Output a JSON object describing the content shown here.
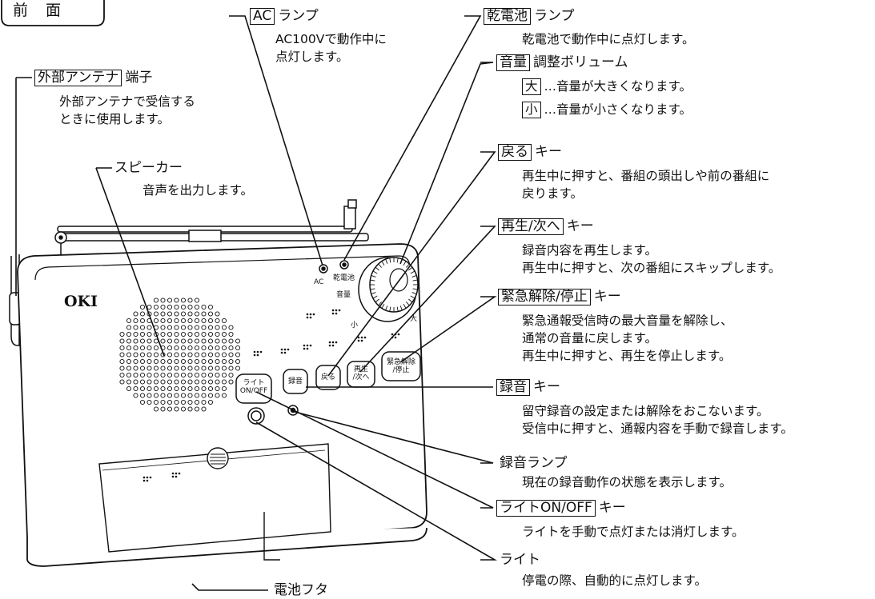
{
  "title": "前 面",
  "labels": {
    "ac": {
      "key": "AC",
      "suffix": "ランプ",
      "desc": [
        "AC100Vで動作中に",
        "点灯します。"
      ]
    },
    "battery": {
      "key": "乾電池",
      "suffix": "ランプ",
      "desc": [
        "乾電池で動作中に点灯します。"
      ]
    },
    "volume": {
      "key": "音量",
      "suffix": "調整ボリューム",
      "items": [
        {
          "key": "大",
          "text": "…音量が大きくなります。"
        },
        {
          "key": "小",
          "text": "…音量が小さくなります。"
        }
      ]
    },
    "antenna": {
      "key": "外部アンテナ",
      "suffix": "端子",
      "desc": [
        "外部アンテナで受信する",
        "ときに使用します。"
      ]
    },
    "speaker": {
      "name": "スピーカー",
      "desc": [
        "音声を出力します。"
      ]
    },
    "back": {
      "key": "戻る",
      "suffix": "キー",
      "desc": [
        "再生中に押すと、番組の頭出しや前の番組に",
        "戻ります。"
      ]
    },
    "play": {
      "key": "再生/次へ",
      "suffix": "キー",
      "desc": [
        "録音内容を再生します。",
        "再生中に押すと、次の番組にスキップします。"
      ]
    },
    "emergency": {
      "key": "緊急解除/停止",
      "suffix": "キー",
      "desc": [
        "緊急通報受信時の最大音量を解除し、",
        "通常の音量に戻します。",
        "再生中に押すと、再生を停止します。"
      ]
    },
    "record": {
      "key": "録音",
      "suffix": "キー",
      "desc": [
        "留守録音の設定または解除をおこないます。",
        "受信中に押すと、通報内容を手動で録音します。"
      ]
    },
    "rec_lamp": {
      "name": "録音ランプ",
      "desc": [
        "現在の録音動作の状態を表示します。"
      ]
    },
    "light_key": {
      "key": "ライトON/OFF",
      "suffix": "キー",
      "desc": [
        "ライトを手動で点灯または消灯します。"
      ]
    },
    "light": {
      "name": "ライト",
      "desc": [
        "停電の際、自動的に点灯します。"
      ]
    },
    "cover": {
      "name": "電池フタ"
    }
  },
  "device": {
    "brand": "OKI",
    "lamp_ac": "AC",
    "lamp_batt": "乾電池",
    "vol_label": "音量",
    "vol_big": "大",
    "vol_small": "小",
    "btn_light": [
      "ライト",
      "ON/OFF"
    ],
    "btn_rec": "録音",
    "btn_back": "戻る",
    "btn_play": [
      "再生",
      "/次へ"
    ],
    "btn_stop": [
      "緊急解除",
      "/停止"
    ]
  }
}
